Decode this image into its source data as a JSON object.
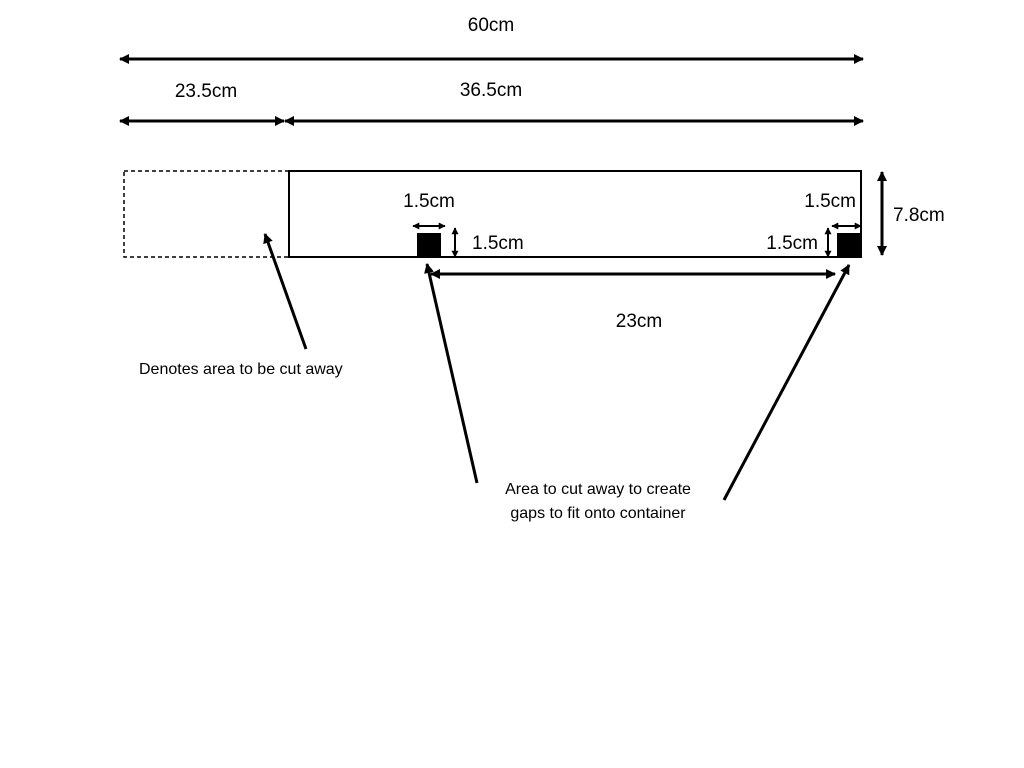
{
  "dimensions": {
    "total_length": "60cm",
    "cut_length": "23.5cm",
    "remaining_length": "36.5cm",
    "height": "7.8cm",
    "left_notch_width": "1.5cm",
    "left_notch_height": "1.5cm",
    "right_notch_width": "1.5cm",
    "right_notch_height": "1.5cm",
    "notch_spacing": "23cm"
  },
  "annotations": {
    "cut_area_note": "Denotes area to be cut away",
    "gap_note_line1": "Area to cut away to create",
    "gap_note_line2": "gaps to fit onto container"
  },
  "colors": {
    "ink": "#000000",
    "background": "#ffffff"
  }
}
